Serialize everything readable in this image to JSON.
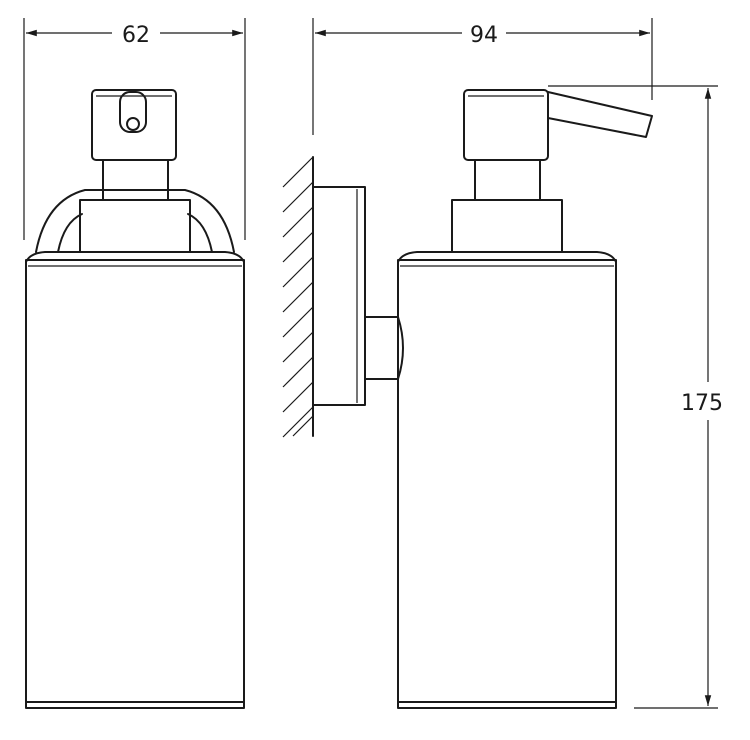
{
  "dimensions": {
    "width_front": "62",
    "depth_side": "94",
    "height": "175"
  },
  "colors": {
    "line": "#1a1a1a",
    "background": "#ffffff"
  }
}
